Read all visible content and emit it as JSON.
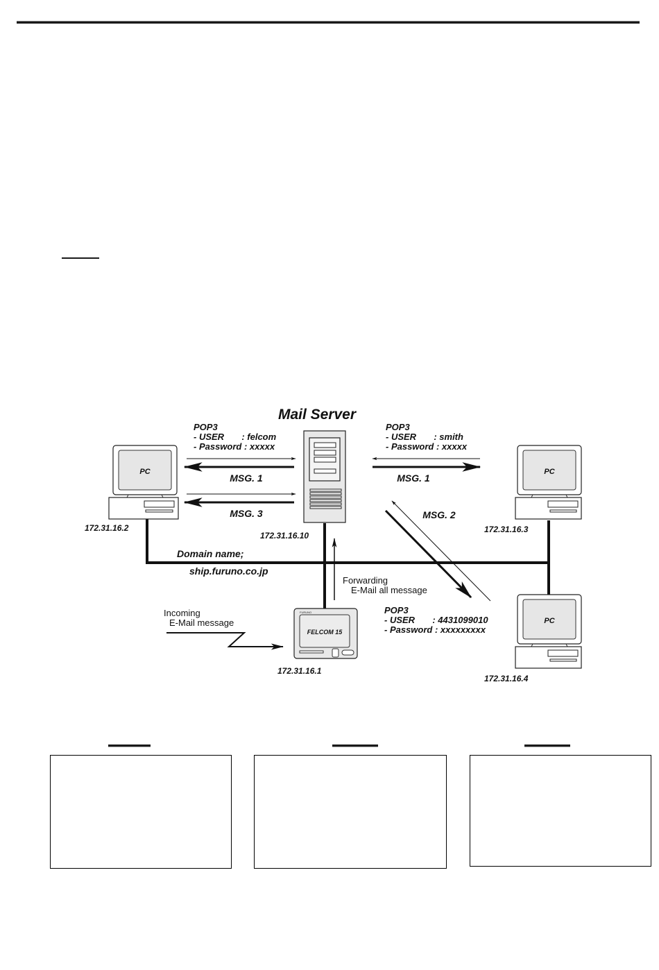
{
  "diagram": {
    "title": "Mail Server",
    "server": {
      "ip": "172.31.16.10"
    },
    "pc_left": {
      "label": "PC",
      "ip": "172.31.16.2",
      "pop3": {
        "heading": "POP3",
        "user_line": "- USER       : felcom",
        "password_line": "- Password : xxxxx"
      },
      "messages": [
        "MSG. 1",
        "MSG. 3"
      ]
    },
    "pc_right_top": {
      "label": "PC",
      "ip": "172.31.16.3",
      "pop3": {
        "heading": "POP3",
        "user_line": "- USER       : smith",
        "password_line": "- Password : xxxxx"
      },
      "messages": [
        "MSG. 1"
      ]
    },
    "pc_right_bottom": {
      "label": "PC",
      "ip": "172.31.16.4",
      "pop3": {
        "heading": "POP3",
        "user_line": "- USER       : 4431099010",
        "password_line": "- Password : xxxxxxxxx"
      },
      "messages": [
        "MSG. 2"
      ]
    },
    "felcom": {
      "brand": "FURUNO",
      "label": "FELCOM 15",
      "ip": "172.31.16.1"
    },
    "domain": {
      "line1": "Domain name;",
      "line2": "ship.furuno.co.jp"
    },
    "forwarding": {
      "line1": "Forwarding",
      "line2": "E-Mail all message"
    },
    "incoming": {
      "line1": "Incoming",
      "line2": "E-Mail message"
    }
  }
}
